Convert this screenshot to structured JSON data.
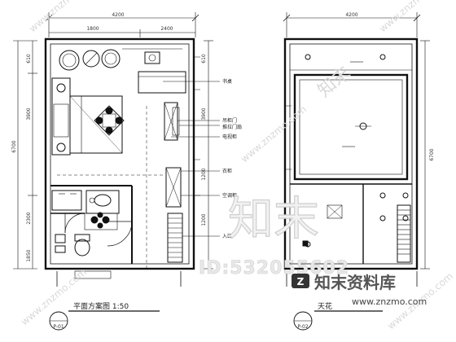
{
  "watermarks": {
    "url": "www.znzmo.com",
    "chars": "知末",
    "id": "ID:532055602",
    "brand_name": "知末资料库",
    "brand_url": "www.znzmo.com"
  },
  "plan": {
    "top_dimension": "4200",
    "top_sub_dims": [
      "1800",
      "2400"
    ],
    "left_dims": [
      "610",
      "3900",
      "6700",
      "2300",
      "1850"
    ],
    "right_dims": [
      "610",
      "3900",
      "1200",
      "1200"
    ],
    "annotations": [
      "书桌",
      "吊柜门",
      "推拉门扇",
      "电视柜",
      "衣柜",
      "空调柜",
      "入口"
    ],
    "title": "平面方案图 1:50",
    "sheet_tag": "P-01"
  },
  "ceiling": {
    "top_dimension": "4200",
    "right_dims": [
      "6700"
    ],
    "title": "天花",
    "sheet_tag": "P-02"
  }
}
